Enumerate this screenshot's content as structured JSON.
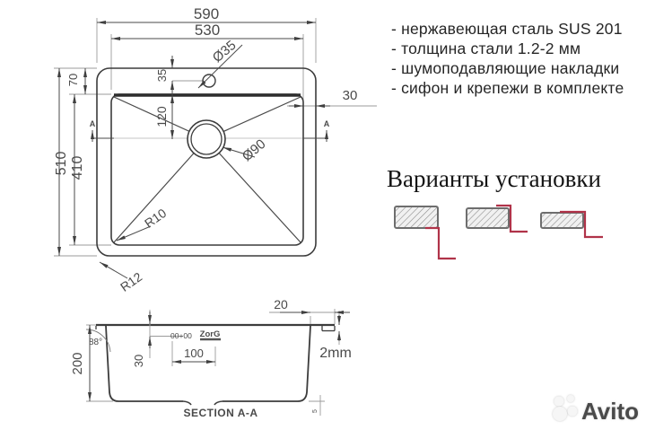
{
  "top_view": {
    "dim_width_outer": "590",
    "dim_width_inner": "530",
    "dim_edge_top": "70",
    "dim_height_outer": "510",
    "dim_height_inner": "410",
    "dim_faucet_offset": "35",
    "dim_drain_offset": "120",
    "dia_faucet": "Ø35",
    "dia_drain": "Ø90",
    "dim_edge_right": "30",
    "radius_bowl": "R10",
    "radius_outer": "R12",
    "section_marker": "A"
  },
  "section_view": {
    "dim_flange": "20",
    "dim_thickness": "2mm",
    "dim_angle": "88°",
    "dim_depth": "200",
    "dim_pad_offset": "30",
    "dim_pad_width": "100",
    "dim_bottom_edge": "5",
    "stamp": "00+00",
    "brand": "ZorG",
    "title": "SECTION A-A"
  },
  "specs": {
    "items": [
      "- нержавеющая сталь SUS 201",
      "- толщина стали 1.2-2 мм",
      "- шумоподавляющие накладки",
      "- сифон и крепежи в комплекте"
    ]
  },
  "install": {
    "title": "Варианты установки"
  },
  "watermark": {
    "text": "Avito"
  },
  "colors": {
    "accent_red": "#b03349",
    "line_dark": "#3f3f3f"
  }
}
